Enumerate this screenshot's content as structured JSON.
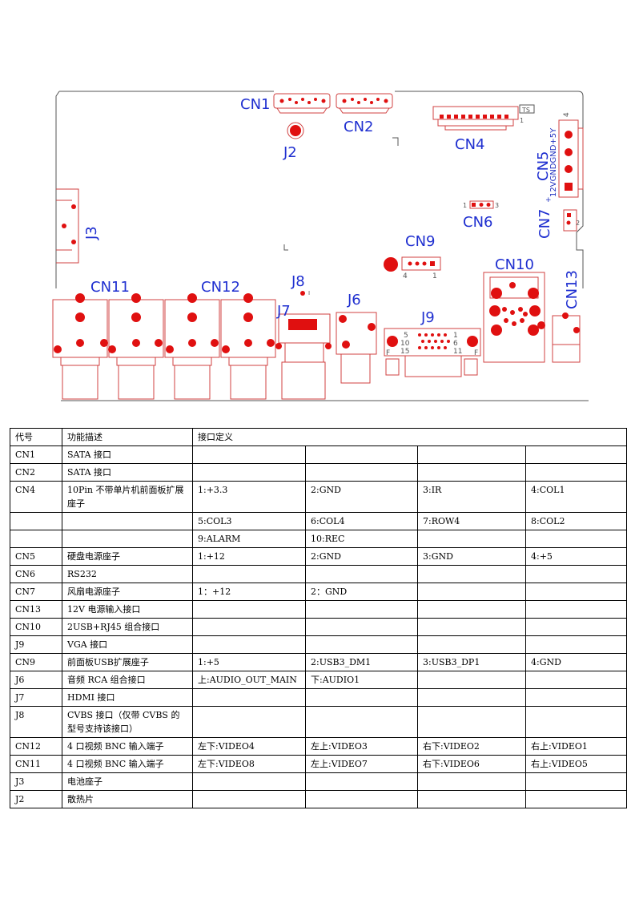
{
  "board": {
    "labels": {
      "cn1": "CN1",
      "cn2": "CN2",
      "cn4": "CN4",
      "cn5": "CN5",
      "cn6": "CN6",
      "cn7": "CN7",
      "cn9": "CN9",
      "cn10": "CN10",
      "cn11": "CN11",
      "cn12": "CN12",
      "cn13": "CN13",
      "j2": "J2",
      "j3": "J3",
      "j6": "J6",
      "j7": "J7",
      "j8": "J8",
      "j9": "J9"
    },
    "pins": {
      "ts": "TS",
      "cn4_pin1": "1",
      "cn5_pin4": "4",
      "cn5_voltages": "12VGNDGND+5Y",
      "cn5_plus": "+",
      "cn6_pin1": "1",
      "cn6_pin3": "3",
      "cn7_pin2": "2",
      "cn9_pin4": "4",
      "cn9_pin1": "1",
      "j8_mark": "I",
      "j9_pin5": "5",
      "j9_pin1": "1",
      "j9_pin10": "10",
      "j9_pin6": "6",
      "j9_pin15": "15",
      "j9_pin11": "11",
      "j9_f_left": "F",
      "j9_f_right": "F"
    },
    "colors": {
      "labels": "#1f2fd0",
      "pads": "#e01010",
      "outline": "#d04040",
      "edge": "#555555"
    }
  },
  "table": {
    "header": {
      "code": "代号",
      "function": "功能描述",
      "definition": "接口定义"
    },
    "rows": [
      {
        "code": "CN1",
        "function": "SATA 接口",
        "pins": [
          "",
          "",
          "",
          ""
        ]
      },
      {
        "code": "CN2",
        "function": "SATA 接口",
        "pins": [
          "",
          "",
          "",
          ""
        ]
      },
      {
        "code": "CN4",
        "function": "10Pin 不带单片机前面板扩展座子",
        "pins": [
          "1:+3.3",
          "2:GND",
          "3:IR",
          "4:COL1"
        ]
      },
      {
        "code": "",
        "function": "",
        "pins": [
          "5:COL3",
          "6:COL4",
          "7:ROW4",
          "8:COL2"
        ]
      },
      {
        "code": "",
        "function": "",
        "pins": [
          "9:ALARM",
          "10:REC",
          "",
          ""
        ]
      },
      {
        "code": "CN5",
        "function": "硬盘电源座子",
        "pins": [
          "1:+12",
          "2:GND",
          "3:GND",
          "4:+5"
        ]
      },
      {
        "code": "CN6",
        "function": "RS232",
        "pins": [
          "",
          "",
          "",
          ""
        ]
      },
      {
        "code": "CN7",
        "function": "风扇电源座子",
        "pins": [
          "1：+12",
          "2：GND",
          "",
          ""
        ]
      },
      {
        "code": "CN13",
        "function": "12V 电源输入接口",
        "pins": [
          "",
          "",
          "",
          ""
        ]
      },
      {
        "code": "CN10",
        "function": "2USB+RJ45 组合接口",
        "pins": [
          "",
          "",
          "",
          ""
        ]
      },
      {
        "code": "J9",
        "function": "VGA 接口",
        "pins": [
          "",
          "",
          "",
          ""
        ]
      },
      {
        "code": "CN9",
        "function": "前面板USB扩展座子",
        "pins": [
          "1:+5",
          "2:USB3_DM1",
          "3:USB3_DP1",
          "4:GND"
        ]
      },
      {
        "code": "J6",
        "function": "音频 RCA 组合接口",
        "pins": [
          "上:AUDIO_OUT_MAIN",
          "下:AUDIO1",
          "",
          ""
        ]
      },
      {
        "code": "J7",
        "function": "HDMI 接口",
        "pins": [
          "",
          "",
          "",
          ""
        ]
      },
      {
        "code": "J8",
        "function": "CVBS 接口（仅带 CVBS 的型号支持该接口）",
        "pins": [
          "",
          "",
          "",
          ""
        ]
      },
      {
        "code": "CN12",
        "function": "4 口视频 BNC 输入端子",
        "pins": [
          "左下:VIDEO4",
          "左上:VIDEO3",
          "右下:VIDEO2",
          "右上:VIDEO1"
        ]
      },
      {
        "code": "CN11",
        "function": "4 口视频 BNC 输入端子",
        "pins": [
          "左下:VIDEO8",
          "左上:VIDEO7",
          "右下:VIDEO6",
          "右上:VIDEO5"
        ]
      },
      {
        "code": "J3",
        "function": "电池座子",
        "pins": [
          "",
          "",
          "",
          ""
        ]
      },
      {
        "code": "J2",
        "function": "散热片",
        "pins": [
          "",
          "",
          "",
          ""
        ]
      }
    ]
  }
}
